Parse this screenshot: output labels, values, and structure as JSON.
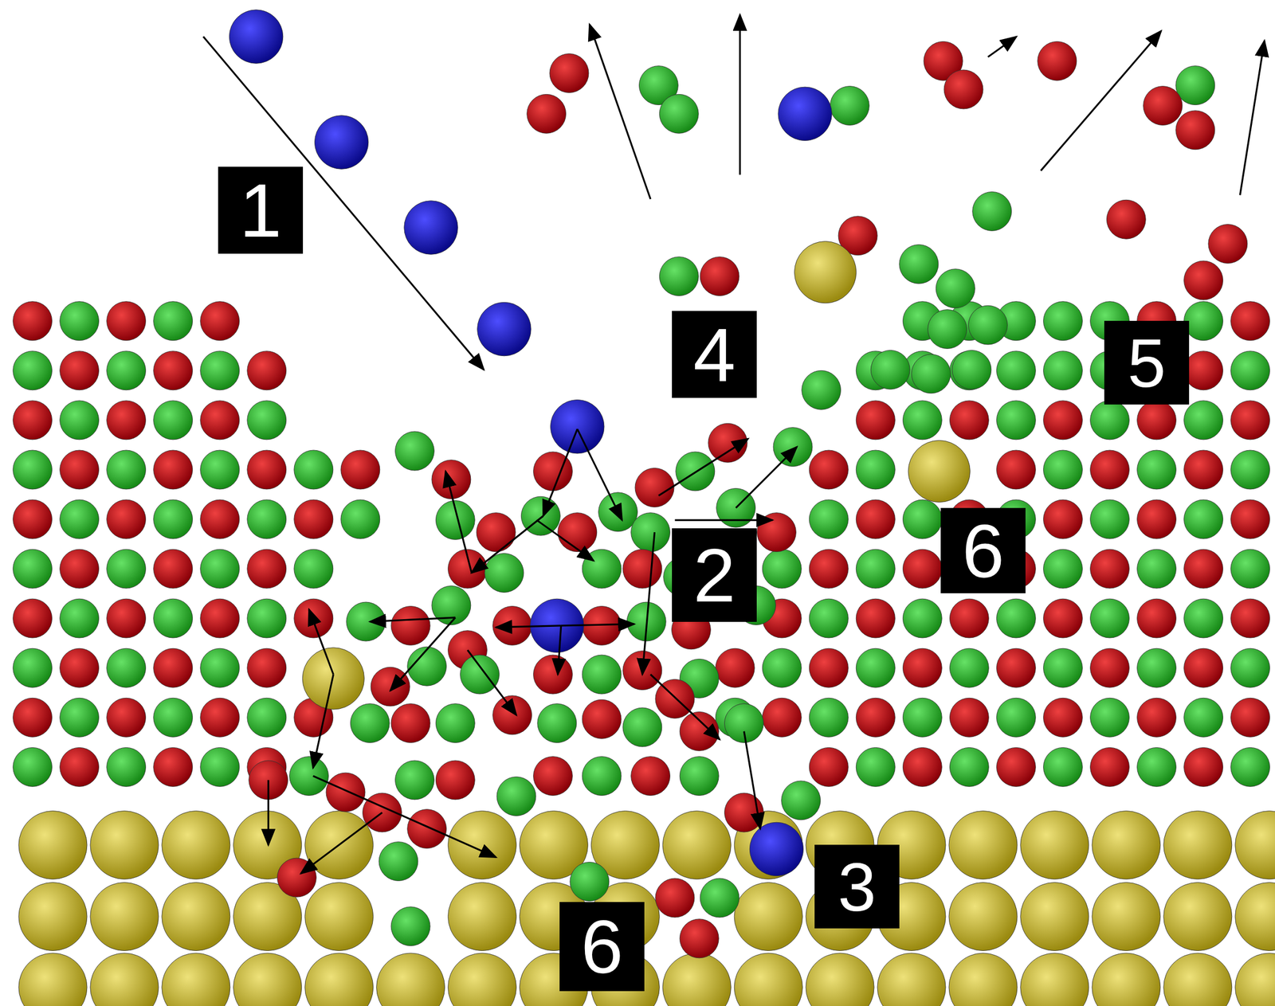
{
  "diagram": {
    "labels": [
      "1",
      "4",
      "5",
      "2",
      "6",
      "6",
      "3"
    ]
  }
}
